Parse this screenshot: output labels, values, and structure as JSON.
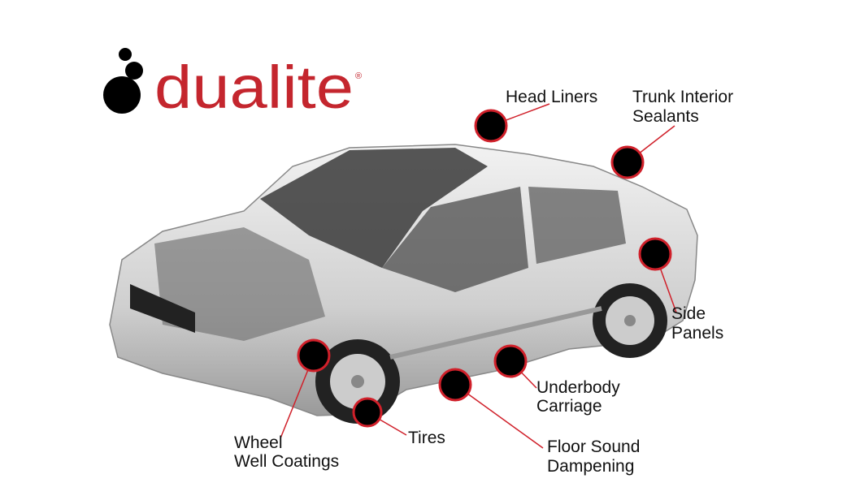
{
  "logo": {
    "text": "dualite",
    "mark": "®",
    "color": "#c4262e"
  },
  "callouts": [
    {
      "id": "head-liners",
      "lines": [
        "Head Liners"
      ]
    },
    {
      "id": "trunk-interior-sealants",
      "lines": [
        "Trunk Interior",
        "Sealants"
      ]
    },
    {
      "id": "side-panels",
      "lines": [
        "Side",
        "Panels"
      ]
    },
    {
      "id": "underbody-carriage",
      "lines": [
        "Underbody",
        "Carriage"
      ]
    },
    {
      "id": "floor-sound-dampening",
      "lines": [
        "Floor Sound",
        "Dampening"
      ]
    },
    {
      "id": "tires",
      "lines": [
        "Tires"
      ]
    },
    {
      "id": "wheel-well-coatings",
      "lines": [
        "Wheel",
        "Well Coatings"
      ]
    }
  ],
  "colors": {
    "marker_fill": "#000000",
    "marker_ring": "#d0202a",
    "leader": "#d0202a",
    "car_body": "#d9d9d9"
  }
}
